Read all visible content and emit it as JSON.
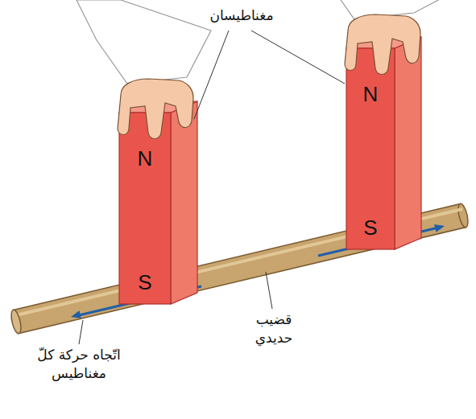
{
  "diagram": {
    "nodes": [
      {
        "text": [
          "N",
          "S"
        ]
      },
      {
        "text": [
          "N",
          "S"
        ]
      }
    ],
    "labels": [
      "مغناطيسان",
      "قضيب حديدي",
      "اتّجاه حركة كلّ مغناطيس"
    ]
  }
}
